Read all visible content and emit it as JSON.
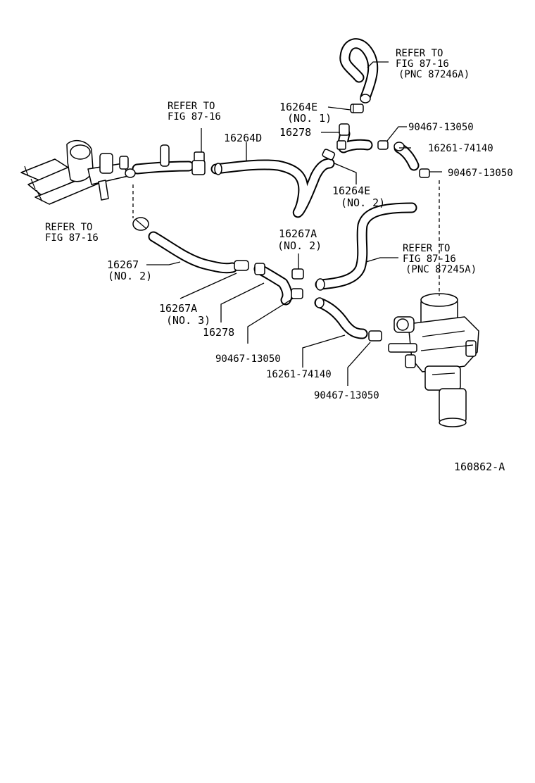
{
  "labels": {
    "refer_top_right_1": "REFER TO",
    "refer_top_right_2": "FIG 87-16",
    "refer_top_right_3": "(PNC 87246A)",
    "p16264E_no1_a": "16264E",
    "p16264E_no1_b": "(NO. 1)",
    "refer_upper_left_1": "REFER TO",
    "refer_upper_left_2": "FIG 87-16",
    "p90467_a": "90467-13050",
    "p16278_upper": "16278",
    "p16264D": "16264D",
    "p16261_upper": "16261-74140",
    "p90467_b": "90467-13050",
    "p16264E_no2_a": "16264E",
    "p16264E_no2_b": "(NO. 2)",
    "refer_left_1": "REFER TO",
    "refer_left_2": "FIG 87-16",
    "p16267A_no2_a": "16267A",
    "p16267A_no2_b": "(NO. 2)",
    "refer_mid_right_1": "REFER TO",
    "refer_mid_right_2": "FIG 87-16",
    "refer_mid_right_3": "(PNC 87245A)",
    "p16267_a": "16267",
    "p16267_b": "(NO. 2)",
    "p16267A_no3_a": "16267A",
    "p16267A_no3_b": "(NO. 3)",
    "p16278_lower": "16278",
    "p90467_c": "90467-13050",
    "p16261_lower": "16261-74140",
    "p90467_d": "90467-13050",
    "figure_id": "160862-A"
  }
}
